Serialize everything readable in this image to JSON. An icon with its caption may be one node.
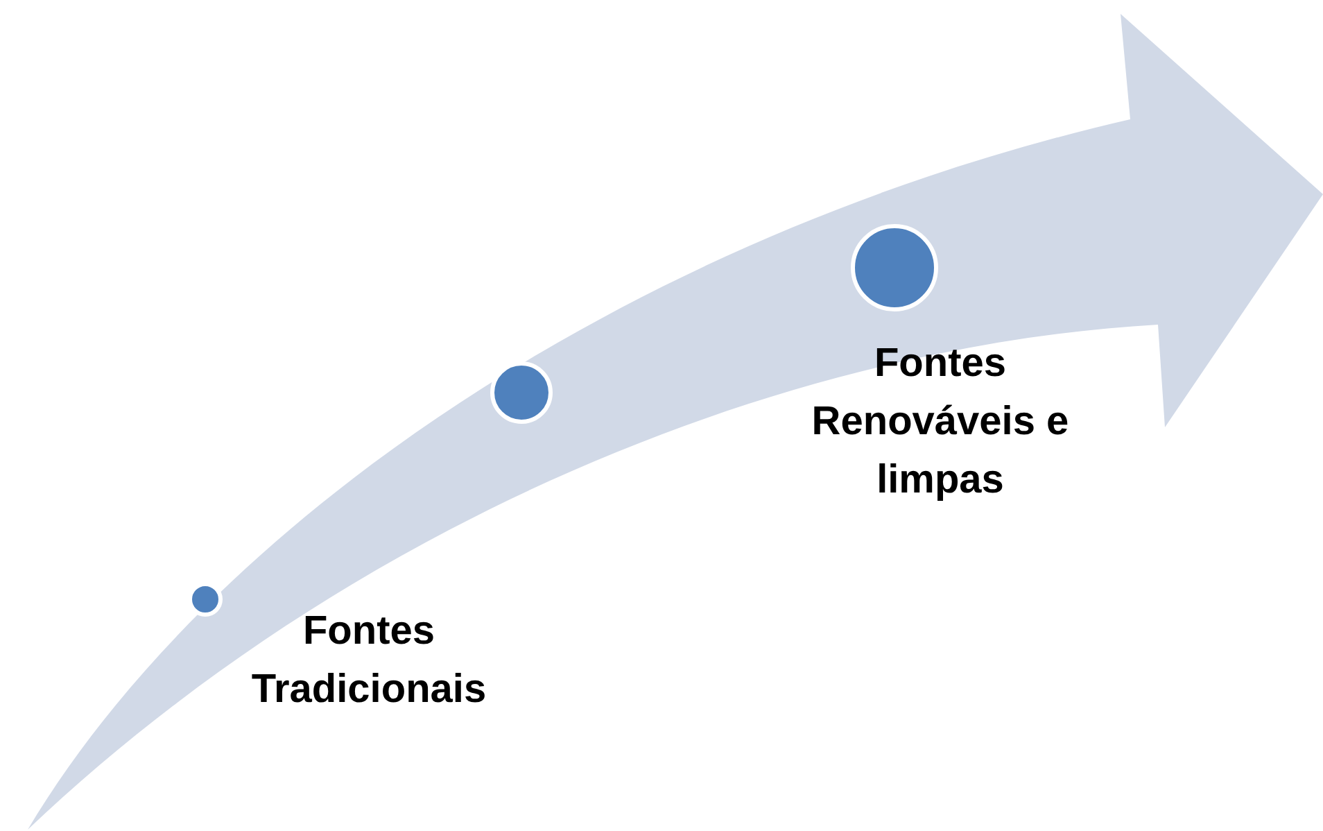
{
  "diagram": {
    "nodes": [
      {
        "text": [],
        "shape": "circle",
        "beside": [
          "Fontes Tradicionais"
        ]
      },
      {
        "text": [],
        "shape": "circle"
      },
      {
        "text": [],
        "shape": "circle",
        "beside": [
          "Fontes Renováveis e limpas"
        ]
      }
    ]
  }
}
